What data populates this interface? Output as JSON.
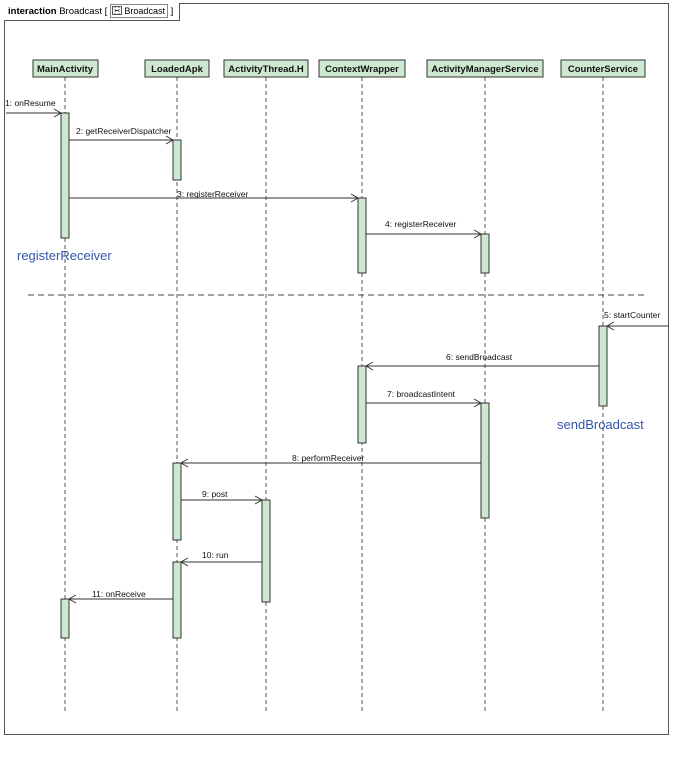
{
  "frame": {
    "keyword": "interaction",
    "name": "Broadcast",
    "open_bracket": "[",
    "ref_name": "Broadcast",
    "close_bracket": "]"
  },
  "lifelines": [
    {
      "id": "main",
      "label": "MainActivity"
    },
    {
      "id": "apk",
      "label": "LoadedApk"
    },
    {
      "id": "ath",
      "label": "ActivityThread.H"
    },
    {
      "id": "ctx",
      "label": "ContextWrapper"
    },
    {
      "id": "ams",
      "label": "ActivityManagerService"
    },
    {
      "id": "svc",
      "label": "CounterService"
    }
  ],
  "messages": [
    {
      "label": "1: onResume"
    },
    {
      "label": "2: getReceiverDispatcher"
    },
    {
      "label": "3: registerReceiver"
    },
    {
      "label": "4: registerReceiver"
    },
    {
      "label": "5: startCounter"
    },
    {
      "label": "6: sendBroadcast"
    },
    {
      "label": "7: broadcastIntent"
    },
    {
      "label": "8: performReceiver"
    },
    {
      "label": "9: post"
    },
    {
      "label": "10: run"
    },
    {
      "label": "11: onReceive"
    }
  ],
  "notes": [
    {
      "text": "registerReceiver"
    },
    {
      "text": "sendBroadcast"
    }
  ]
}
